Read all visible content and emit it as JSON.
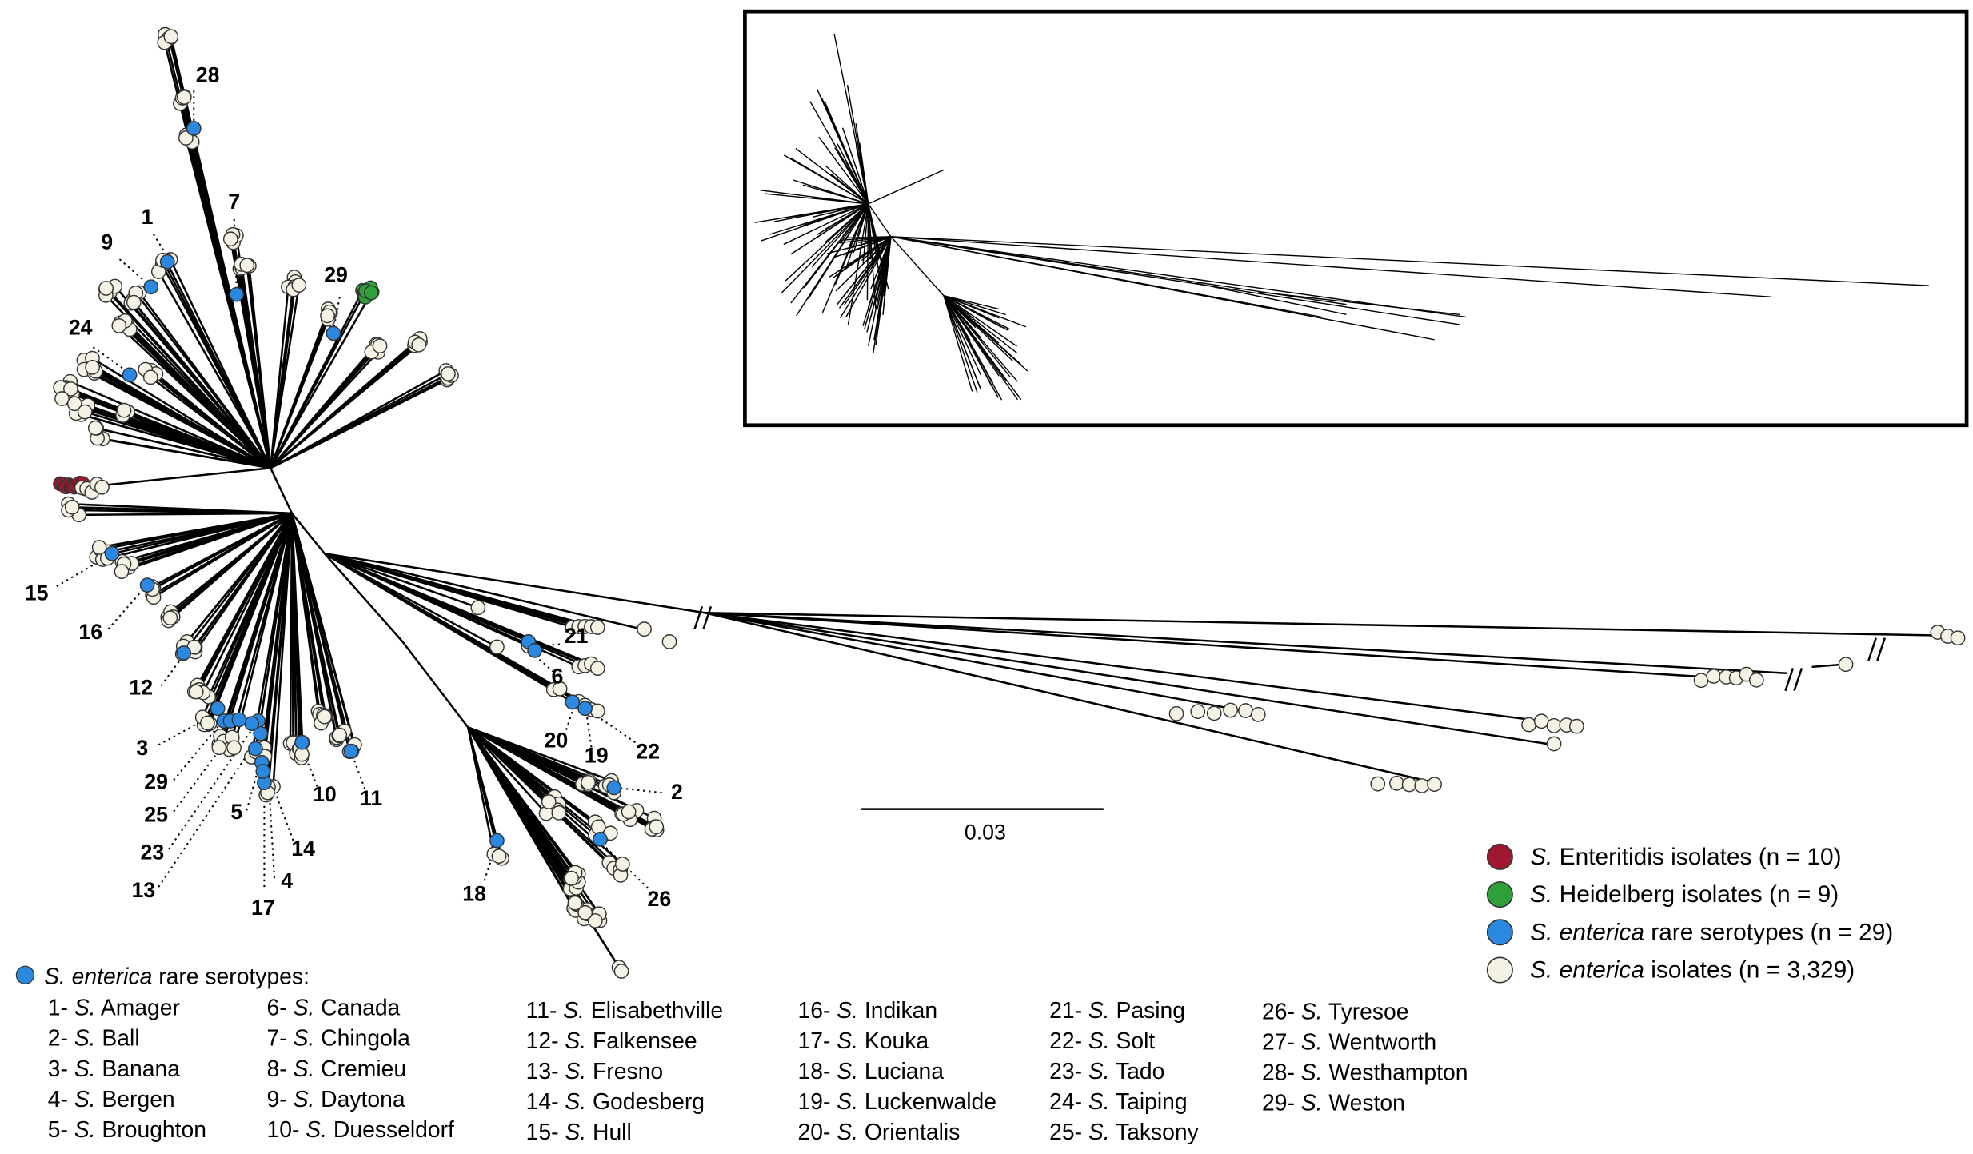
{
  "scale_bar": {
    "label": "0.03"
  },
  "colors": {
    "enteritidis": "#a0182f",
    "heidelberg": "#2ea03a",
    "rare": "#2b88e0",
    "isolate": "#f4f2e4",
    "line": "#000000"
  },
  "legend": [
    {
      "id": "enteritidis",
      "genus": "S.",
      "rest": " Enteritidis isolates (n = 10)"
    },
    {
      "id": "heidelberg",
      "genus": "S.",
      "rest": " Heidelberg isolates (n = 9)"
    },
    {
      "id": "rare",
      "genus": "S. enterica",
      "rest": " rare serotypes (n = 29)"
    },
    {
      "id": "isolate",
      "genus": "S. enterica",
      "rest": " isolates (n = 3,329)"
    }
  ],
  "serotype_header": {
    "italic": "S. enterica",
    "rest": " rare serotypes:"
  },
  "serotypes": [
    [
      "1- ",
      "S.",
      " Amager"
    ],
    [
      "2- ",
      "S.",
      " Ball"
    ],
    [
      "3- ",
      "S.",
      " Banana"
    ],
    [
      "4- ",
      "S.",
      " Bergen"
    ],
    [
      "5- ",
      "S.",
      " Broughton"
    ],
    [
      "6- ",
      "S.",
      " Canada"
    ],
    [
      "7- ",
      "S.",
      " Chingola"
    ],
    [
      "8- ",
      "S.",
      " Cremieu"
    ],
    [
      "9- ",
      "S.",
      " Daytona"
    ],
    [
      "10- ",
      "S.",
      " Duesseldorf"
    ],
    [
      "11- ",
      "S.",
      " Elisabethville"
    ],
    [
      "12- ",
      "S.",
      " Falkensee"
    ],
    [
      "13- ",
      "S.",
      " Fresno"
    ],
    [
      "14- ",
      "S.",
      " Godesberg"
    ],
    [
      "15- ",
      "S.",
      " Hull"
    ],
    [
      "16- ",
      "S.",
      " Indikan"
    ],
    [
      "17- ",
      "S.",
      " Kouka"
    ],
    [
      "18- ",
      "S.",
      " Luciana"
    ],
    [
      "19- ",
      "S.",
      " Luckenwalde"
    ],
    [
      "20- ",
      "S.",
      " Orientalis"
    ],
    [
      "21- ",
      "S.",
      " Pasing"
    ],
    [
      "22- ",
      "S.",
      " Solt"
    ],
    [
      "23- ",
      "S.",
      " Tado"
    ],
    [
      "24- ",
      "S.",
      " Taiping"
    ],
    [
      "25- ",
      "S.",
      " Taksony"
    ],
    [
      "26- ",
      "S.",
      " Tyresoe"
    ],
    [
      "27- ",
      "S.",
      " Wentworth"
    ],
    [
      "28- ",
      "S.",
      " Westhampton"
    ],
    [
      "29- ",
      "S.",
      " Weston"
    ]
  ],
  "tree_labels": [
    {
      "n": "28"
    },
    {
      "n": "7"
    },
    {
      "n": "1"
    },
    {
      "n": "9"
    },
    {
      "n": "29"
    },
    {
      "n": "24"
    },
    {
      "n": "15"
    },
    {
      "n": "16"
    },
    {
      "n": "12"
    },
    {
      "n": "3"
    },
    {
      "n": "29"
    },
    {
      "n": "25"
    },
    {
      "n": "23"
    },
    {
      "n": "13"
    },
    {
      "n": "5"
    },
    {
      "n": "17"
    },
    {
      "n": "4"
    },
    {
      "n": "14"
    },
    {
      "n": "10"
    },
    {
      "n": "11"
    },
    {
      "n": "21"
    },
    {
      "n": "6"
    },
    {
      "n": "20"
    },
    {
      "n": "19"
    },
    {
      "n": "22"
    },
    {
      "n": "2"
    },
    {
      "n": "26"
    },
    {
      "n": "18"
    }
  ]
}
